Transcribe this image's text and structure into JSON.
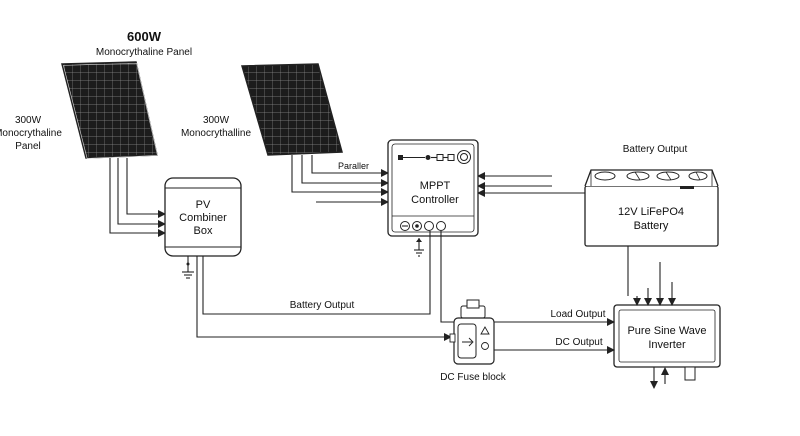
{
  "labels": {
    "panel_large_title": "600W",
    "panel_large_subtitle": "Monocrythaline Panel",
    "panel_left_line1": "300W",
    "panel_left_line2": "Monocrythaline",
    "panel_left_line3": "Panel",
    "panel_right_line1": "300W",
    "panel_right_line2": "Monocrythalline",
    "paraller": "Paraller",
    "battery_output_top": "Battery Output",
    "battery_output_bottom": "Battery Output",
    "load_output": "Load Output",
    "dc_output": "DC Output",
    "dc_fuse_block": "DC Fuse block"
  },
  "components": {
    "combiner_line1": "PV",
    "combiner_line2": "Combiner",
    "combiner_line3": "Box",
    "mppt_line1": "MPPT",
    "mppt_line2": "Controller",
    "battery_line1": "12V LiFePO4",
    "battery_line2": "Battery",
    "inverter_line1": "Pure Sine Wave",
    "inverter_line2": "Inverter"
  },
  "colors": {
    "line": "#222222",
    "panel_cell": "#1c1c1c",
    "background": "#ffffff"
  }
}
